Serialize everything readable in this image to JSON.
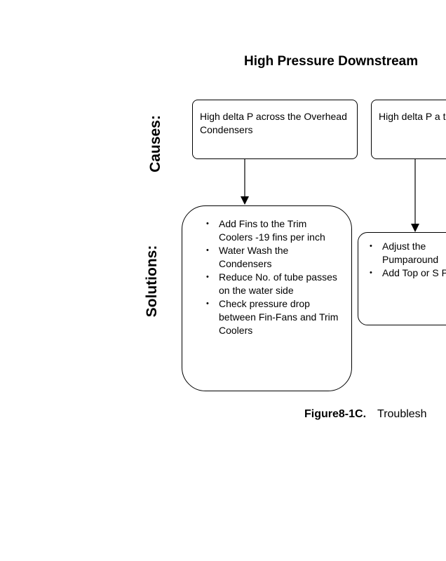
{
  "title": "High Pressure Downstream",
  "labels": {
    "causes": "Causes:",
    "solutions": "Solutions:"
  },
  "causes": [
    {
      "text": "High delta P across the Overhead Condensers"
    },
    {
      "text": "High delta P a the Main Frac"
    }
  ],
  "solutions": [
    {
      "items": [
        "Add Fins to the Trim Coolers -19 fins per inch",
        "Water Wash the Condensers",
        "Reduce No. of tube passes on the water side",
        "Check pressure drop between Fin-Fans and Trim Coolers"
      ]
    },
    {
      "items": [
        "Adjust the Pumparound",
        "Add Top or S P/A"
      ]
    }
  ],
  "caption": {
    "figure": "Figure8-1C.",
    "text": "Troublesh"
  }
}
